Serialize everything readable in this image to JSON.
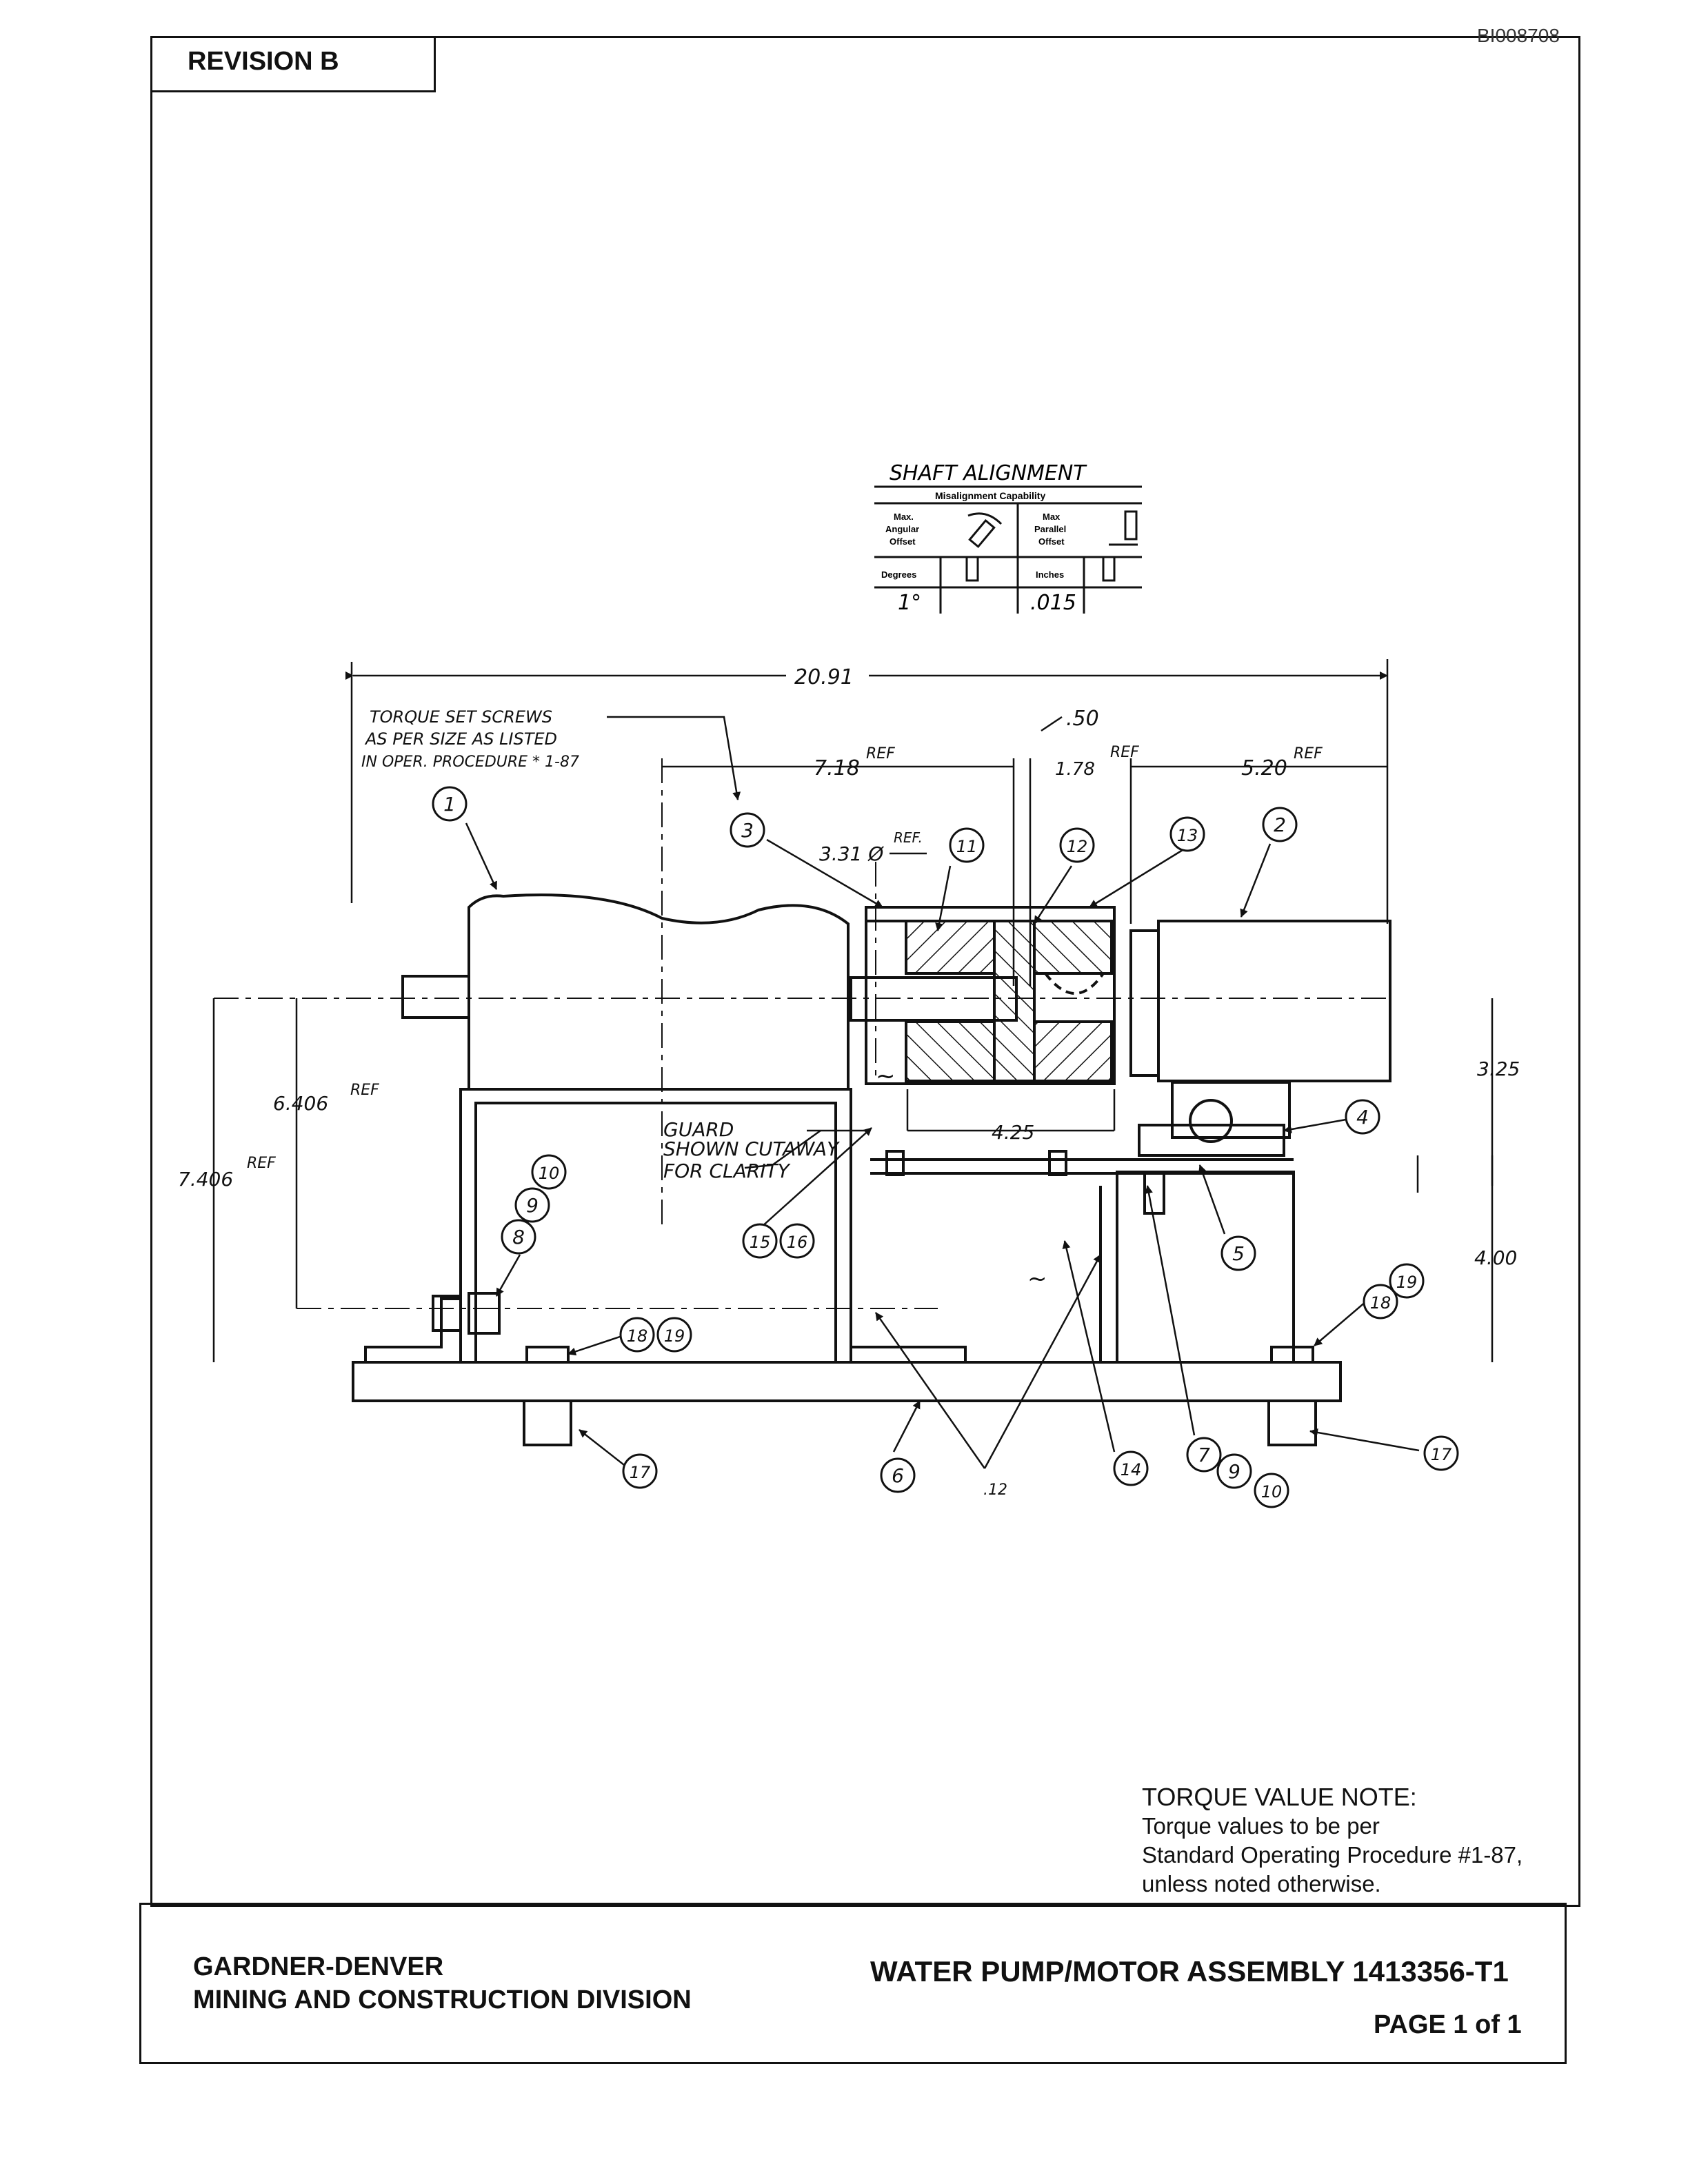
{
  "doc_id": "BI008708",
  "revision": "REVISION   B",
  "shaft_alignment": {
    "title": "SHAFT  ALIGNMENT",
    "subtitle": "Misalignment Capability",
    "angular_label": [
      "Max.",
      "Angular",
      "Offset"
    ],
    "parallel_label": [
      "Max",
      "Parallel",
      "Offset"
    ],
    "degrees_label": "Degrees",
    "inches_label": "Inches",
    "degrees_value": "1°",
    "inches_value": ".015"
  },
  "dimensions": {
    "overall": "20.91",
    "d718": "7.18",
    "d050": ".50",
    "d178": "1.78",
    "d520": "5.20",
    "ref": "REF",
    "ref_dot": "REF.",
    "dia331": "3.31 Ø",
    "d425": "4.25",
    "d6406": "6.406",
    "d7406": "7.406",
    "d325": "3.25",
    "d400": "4.00",
    "weld": ".12",
    "tilde": "~"
  },
  "notes": {
    "torque_screws": [
      "TORQUE  SET  SCREWS",
      "AS  PER  SIZE  AS  LISTED",
      "IN  OPER. PROCEDURE * 1-87"
    ],
    "guard": [
      "GUARD",
      "SHOWN CUTAWAY",
      "FOR CLARITY"
    ]
  },
  "balloons": [
    "1",
    "2",
    "3",
    "11",
    "12",
    "13",
    "4",
    "5",
    "10",
    "9",
    "8",
    "15",
    "16",
    "18",
    "19",
    "18",
    "19",
    "17",
    "6",
    "14",
    "7",
    "9",
    "10",
    "17"
  ],
  "torque_note": {
    "title": "TORQUE VALUE NOTE:",
    "line1": "Torque values to be per",
    "line2": "Standard Operating Procedure #1-87,",
    "line3": "unless noted otherwise."
  },
  "title_block": {
    "company_line1": "GARDNER-DENVER",
    "company_line2": "MINING AND CONSTRUCTION  DIVISION",
    "drawing_title": "WATER PUMP/MOTOR ASSEMBLY  1413356-T1",
    "page": "PAGE  1 of  1"
  }
}
